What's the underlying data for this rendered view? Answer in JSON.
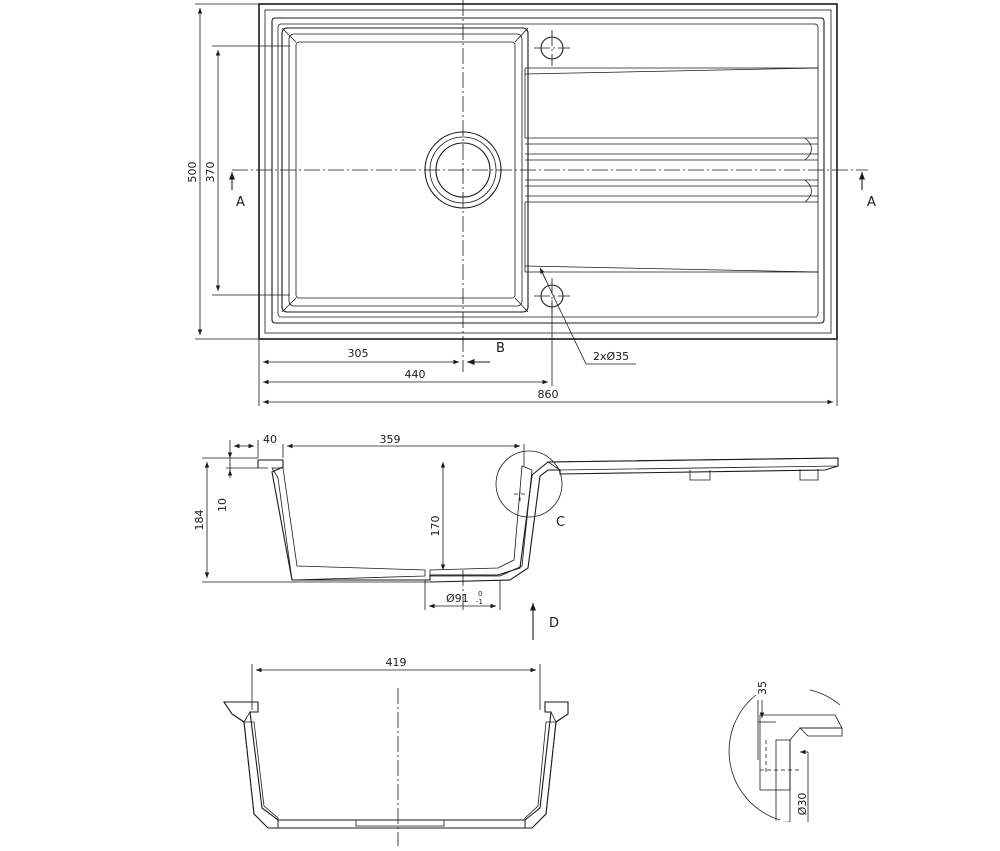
{
  "top_view": {
    "dims": {
      "overall_height": "500",
      "bowl_height": "370",
      "bowl_width": "305",
      "hole_offset": "440",
      "overall_width": "860",
      "holes": "2xØ35"
    },
    "section_labels": {
      "left": "A",
      "right": "A",
      "detail_b": "B"
    }
  },
  "side_section": {
    "dims": {
      "rim": "40",
      "inner_width": "359",
      "total_depth": "184",
      "flange": "10",
      "bowl_depth": "170",
      "drain": "Ø91",
      "drain_tol_upper": "0",
      "drain_tol_lower": "-1"
    },
    "labels": {
      "detail_c": "C",
      "view_d": "D"
    }
  },
  "front_section": {
    "dims": {
      "width": "419"
    }
  },
  "detail_c": {
    "dims": {
      "top": "35",
      "bottom": "Ø30"
    }
  }
}
